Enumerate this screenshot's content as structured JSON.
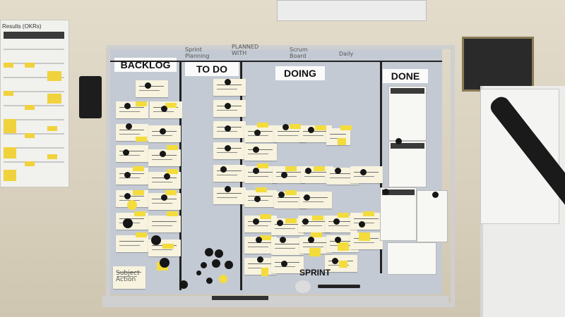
{
  "board": {
    "columns": [
      {
        "label": "BACKLOG"
      },
      {
        "label": "TO DO"
      },
      {
        "label": "DOING"
      },
      {
        "label": "DONE"
      }
    ],
    "sprint_label": "SPRINT",
    "handwritten": {
      "sprint_planning": "Sprint Planning",
      "planned_with": "PLANNED WITH",
      "scrum_board": "Scrum Board",
      "daily": "Daily",
      "subject_action": "Subject Action"
    }
  },
  "okr_sheet": {
    "title": "Results (OKRs)"
  },
  "colors": {
    "sticky_note": "#f7f3de",
    "yellow_tab": "#f3dc3c",
    "magnet": "#161616",
    "board": "#c4cad3"
  }
}
